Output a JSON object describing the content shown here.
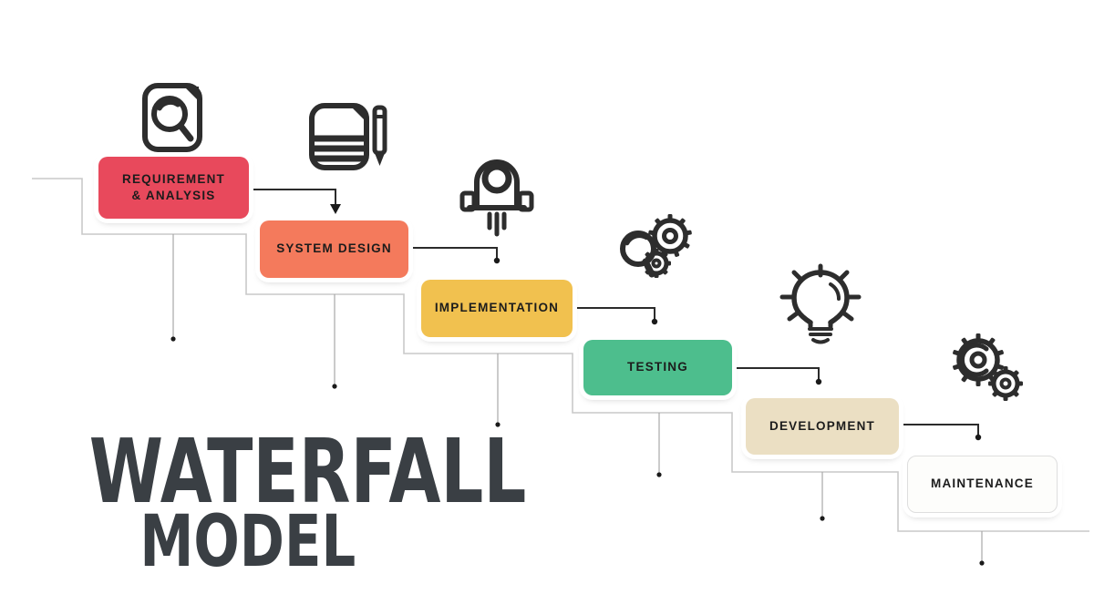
{
  "title": {
    "line1": "WATERFALL",
    "line2": "MODEL"
  },
  "stages": [
    {
      "label": "REQUIREMENT\n& ANALYSIS",
      "color": "#E8495C",
      "icon": "document-search-icon"
    },
    {
      "label": "SYSTEM DESIGN",
      "color": "#F47A5C",
      "icon": "document-pencil-icon"
    },
    {
      "label": "IMPLEMENTATION",
      "color": "#F1C14F",
      "icon": "rocket-icon"
    },
    {
      "label": "TESTING",
      "color": "#4DBE8D",
      "icon": "magnifier-gear-icon"
    },
    {
      "label": "DEVELOPMENT",
      "color": "#EBDFC3",
      "icon": "lightbulb-icon"
    },
    {
      "label": "MAINTENANCE",
      "color": "#FDFDFB",
      "icon": "gears-icon"
    }
  ],
  "palette": {
    "icon": "#2d2d2d",
    "line-light": "#c9c9c9",
    "line-dark": "#2b2b2b",
    "drop": "#a8a8a8",
    "dot": "#1a1a1a",
    "title": "#3A3F44",
    "label": "#1c1c1c"
  }
}
